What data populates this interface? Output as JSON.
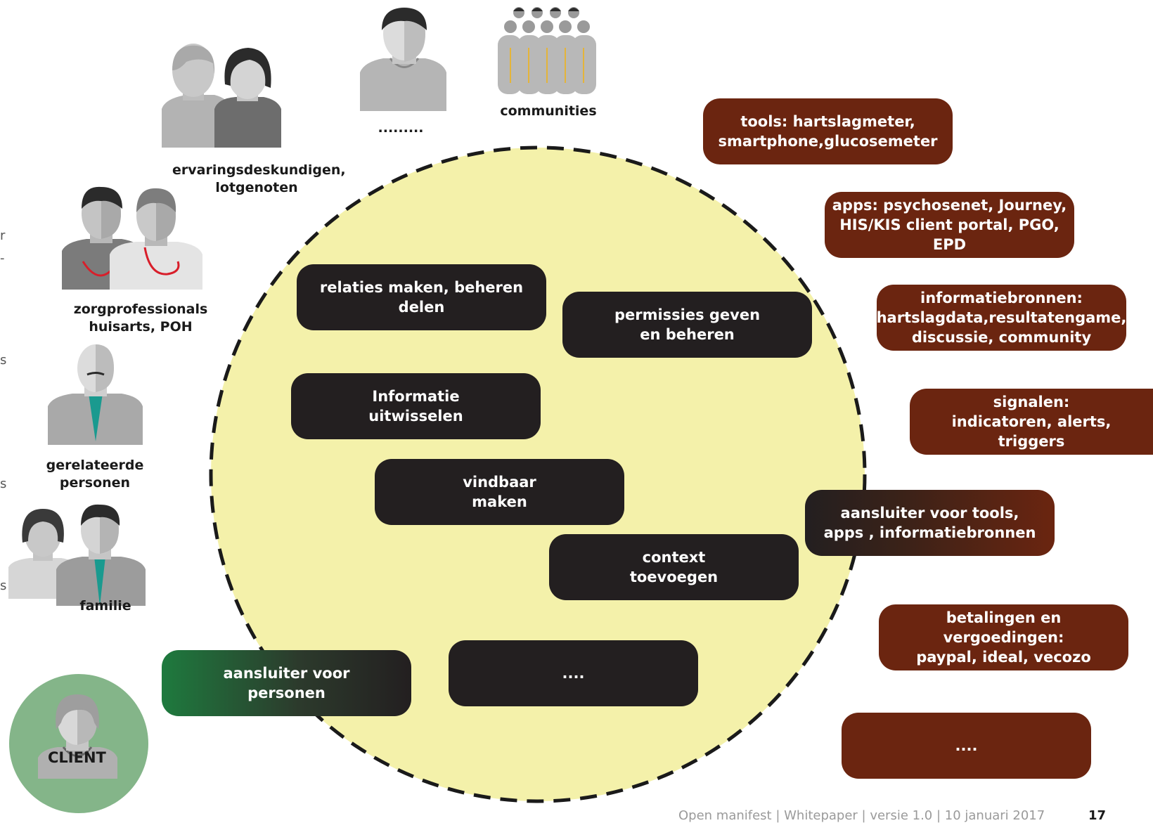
{
  "colors": {
    "circle_fill": "#f4f1aa",
    "dark_box": "#231f20",
    "brown_box": "#6b2510",
    "client_green": "#84b589",
    "accent_red": "#d81e2a",
    "tie_teal": "#1a9a8f"
  },
  "people": {
    "ervarings": "ervaringsdeskundigen,\nlotgenoten",
    "dots": ".........",
    "communities": "communities",
    "zorg": "zorgprofessionals\nhuisarts, POH",
    "gerelateerde": "gerelateerde\npersonen",
    "familie": "familie",
    "client": "CLIENT"
  },
  "inner_boxes": {
    "relaties": "relaties maken, beheren\ndelen",
    "permissies": "permissies geven\nen beheren",
    "informatie": "Informatie\nuitwisselen",
    "vindbaar": "vindbaar\nmaken",
    "context": "context\ntoevoegen",
    "aansluiter_personen": "aansluiter  voor\npersonen",
    "dots": "...."
  },
  "outer_boxes": {
    "tools": "tools: hartslagmeter,\nsmartphone,glucosemeter",
    "apps": "apps: psychosenet, Journey,\nHIS/KIS client portal, PGO, EPD",
    "informatiebronnen": "informatiebronnen:\nhartslagdata,resultatengame,\ndiscussie, community",
    "signalen": "signalen:\nindicatoren, alerts, triggers",
    "aansluiter_tools": "aansluiter voor tools,\napps , informatiebronnen",
    "betalingen": "betalingen en vergoedingen:\npaypal, ideal, vecozo",
    "dots": "...."
  },
  "footer": {
    "text": "Open manifest | Whitepaper | versie 1.0 | 10 januari 2017",
    "page": "17"
  },
  "edge_fragments": [
    "r",
    "-",
    "s",
    "s",
    "s"
  ]
}
